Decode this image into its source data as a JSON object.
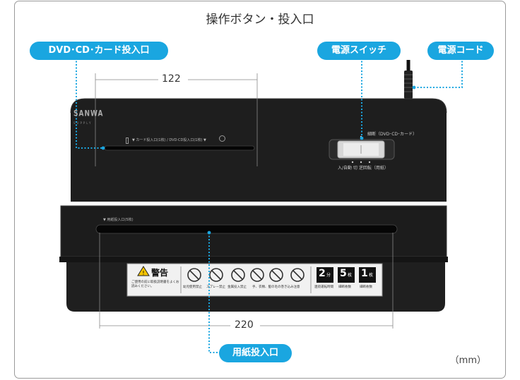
{
  "title": "操作ボタン・投入口",
  "labels": {
    "dvd_slot": "DVD･CD･カード投入口",
    "power_switch": "電源スイッチ",
    "power_cord": "電源コード",
    "paper_slot": "用紙投入口"
  },
  "dimensions": {
    "top_width": "122",
    "bottom_width": "220",
    "unit": "（mm）"
  },
  "device": {
    "brand": "SANWA",
    "brand_sub": "SUPPLY",
    "disc_slot_caption": "▼ カード投入口(1枚) / DVD·CD投入口(1枚) ▼",
    "paper_slot_caption": "▼ 用紙投入口(5枚)",
    "switch_top_caption": "細断（DVD･CD･カード）",
    "switch_bottom_caption": "入/自動  切  逆回転（用紙）",
    "warning_title": "警告",
    "warning_note": "ご使用の前に取扱説明書をよくお読みください。",
    "warning_items": [
      "幼児使用禁止",
      "スプレー禁止",
      "金属投入禁止",
      "手、衣類、髪の毛の巻き込み注意"
    ],
    "spec_items": [
      {
        "value": "2",
        "unit": "分",
        "label": "連続運転時間"
      },
      {
        "value": "5",
        "unit": "枚",
        "label": "細断枚数"
      },
      {
        "value": "1",
        "unit": "枚",
        "label": "細断枚数"
      }
    ]
  },
  "colors": {
    "accent": "#1aa6e0",
    "body": "#1e1e1e"
  }
}
